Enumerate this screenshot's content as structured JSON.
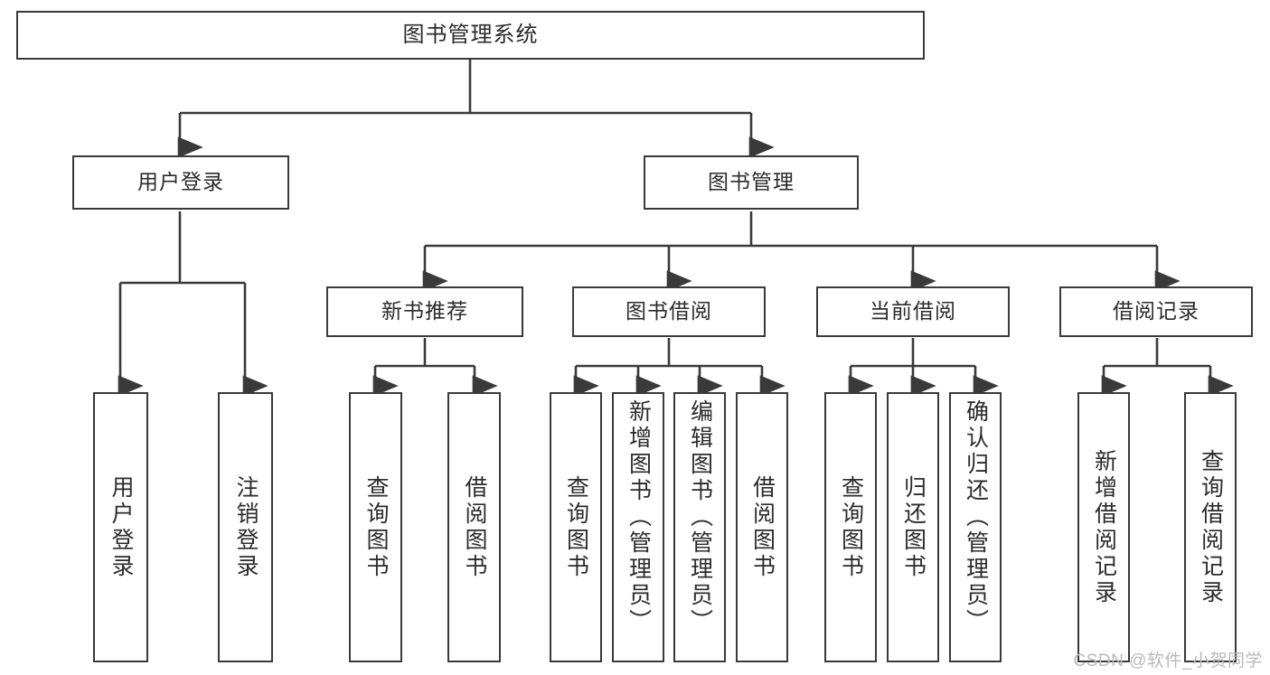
{
  "diagram": {
    "title": "图书管理系统",
    "type": "tree-hierarchy",
    "watermark": "CSDN @软件_小贺同学",
    "line_color": "#3a3a3a",
    "background": "#ffffff",
    "text_color": "#2b2b2b"
  },
  "nodes": {
    "root": {
      "label": "图书管理系统",
      "level": 0
    },
    "level1": [
      {
        "label": "用户登录",
        "level": 1
      },
      {
        "label": "图书管理",
        "level": 1
      }
    ],
    "level2": [
      {
        "label": "新书推荐",
        "level": 2,
        "parent": "图书管理"
      },
      {
        "label": "图书借阅",
        "level": 2,
        "parent": "图书管理"
      },
      {
        "label": "当前借阅",
        "level": 2,
        "parent": "图书管理"
      },
      {
        "label": "借阅记录",
        "level": 2,
        "parent": "图书管理"
      }
    ],
    "leaves": {
      "user_login": [
        {
          "label": "用户登录"
        },
        {
          "label": "注销登录"
        }
      ],
      "new_book_recommend": [
        {
          "label": "查询图书"
        },
        {
          "label": "借阅图书"
        }
      ],
      "book_borrow": [
        {
          "label": "查询图书"
        },
        {
          "label": "新增图书（管理员）"
        },
        {
          "label": "编辑图书（管理员）"
        },
        {
          "label": "借阅图书"
        }
      ],
      "current_borrow": [
        {
          "label": "查询图书"
        },
        {
          "label": "归还图书"
        },
        {
          "label": "确认归还（管理员）"
        }
      ],
      "borrow_record": [
        {
          "label": "新增借阅记录"
        },
        {
          "label": "查询借阅记录"
        }
      ]
    }
  }
}
